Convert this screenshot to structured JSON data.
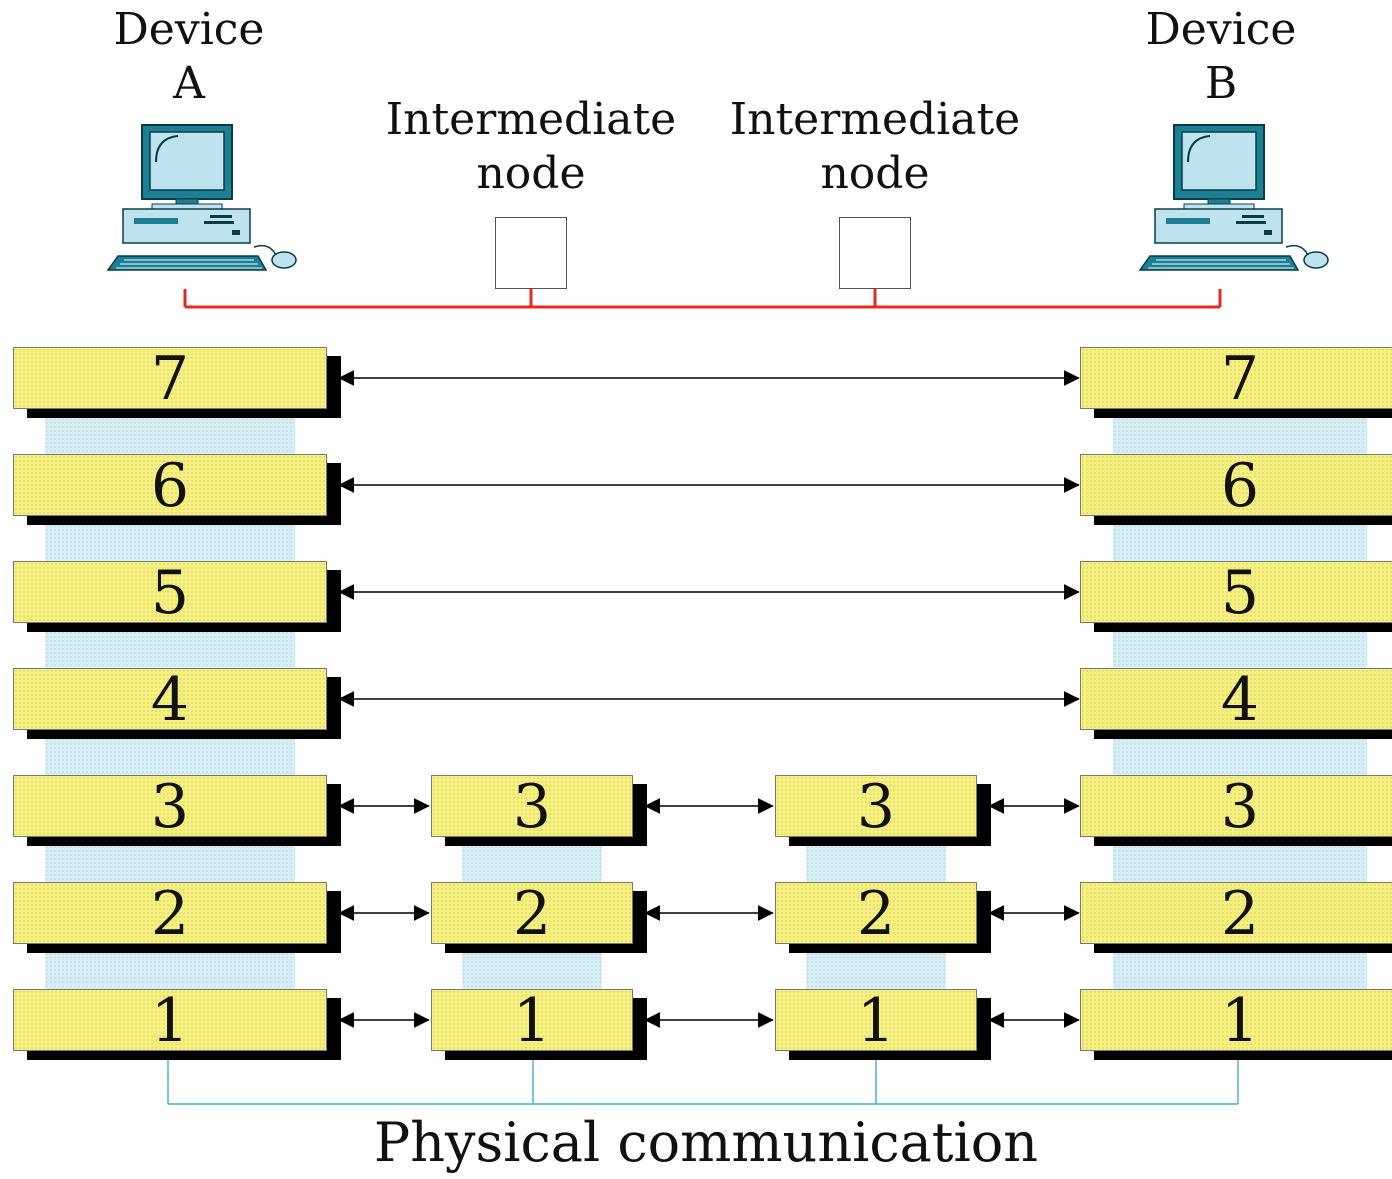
{
  "devices": [
    {
      "line1": "Device",
      "line2": "A"
    },
    {
      "line1": "Device",
      "line2": "B"
    }
  ],
  "intermediate_nodes": [
    {
      "line1": "Intermediate",
      "line2": "node"
    },
    {
      "line1": "Intermediate",
      "line2": "node"
    }
  ],
  "stacks": [
    {
      "device": "A",
      "layers": [
        "7",
        "6",
        "5",
        "4",
        "3",
        "2",
        "1"
      ]
    },
    {
      "device": "node-1",
      "layers": [
        "3",
        "2",
        "1"
      ]
    },
    {
      "device": "node-2",
      "layers": [
        "3",
        "2",
        "1"
      ]
    },
    {
      "device": "B",
      "layers": [
        "7",
        "6",
        "5",
        "4",
        "3",
        "2",
        "1"
      ]
    }
  ],
  "physical_label": "Physical communication",
  "colors": {
    "layer_fill": "#f6f07e",
    "gap_fill": "#d6eef5",
    "network_line": "#e8281e",
    "physical_line": "#3cb4cc",
    "arrow": "#000000"
  },
  "icons": {
    "device": "desktop-computer-icon",
    "node": "square-node-icon"
  }
}
